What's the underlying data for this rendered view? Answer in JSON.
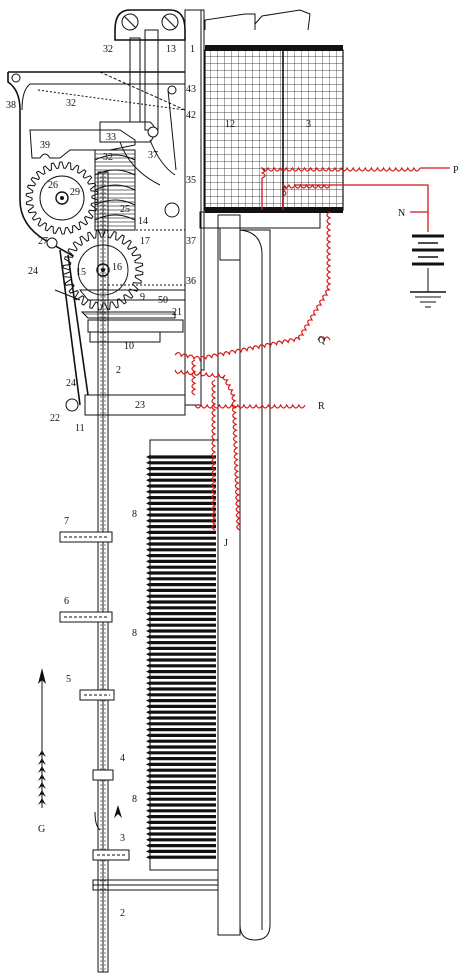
{
  "labels": {
    "l1": "1",
    "l2a": "2",
    "l2b": "2",
    "l3": "3",
    "l3c": "3",
    "l4": "4",
    "l5": "5",
    "l6": "6",
    "l7": "7",
    "l8a": "8",
    "l8b": "8",
    "l8c": "8",
    "l9": "9",
    "l10": "10",
    "l11": "11",
    "l12": "12",
    "l13": "13",
    "l14": "14",
    "l15": "15",
    "l16": "16",
    "l17": "17",
    "l21": "21",
    "l22": "22",
    "l23": "23",
    "l24a": "24",
    "l24b": "24",
    "l25": "25",
    "l26": "26",
    "l27": "27",
    "l29": "29",
    "l32a": "32",
    "l32b": "32",
    "l32c": "32",
    "l33": "33",
    "l35": "35",
    "l36": "36",
    "l37a": "37",
    "l37b": "37",
    "l38": "38",
    "l39": "39",
    "l42": "42",
    "l43": "43",
    "l50": "50",
    "P": "P",
    "N": "N",
    "Q": "Q",
    "R": "R",
    "J": "J",
    "G": "G"
  },
  "colors": {
    "line": "#111111",
    "wire": "#d31818"
  }
}
